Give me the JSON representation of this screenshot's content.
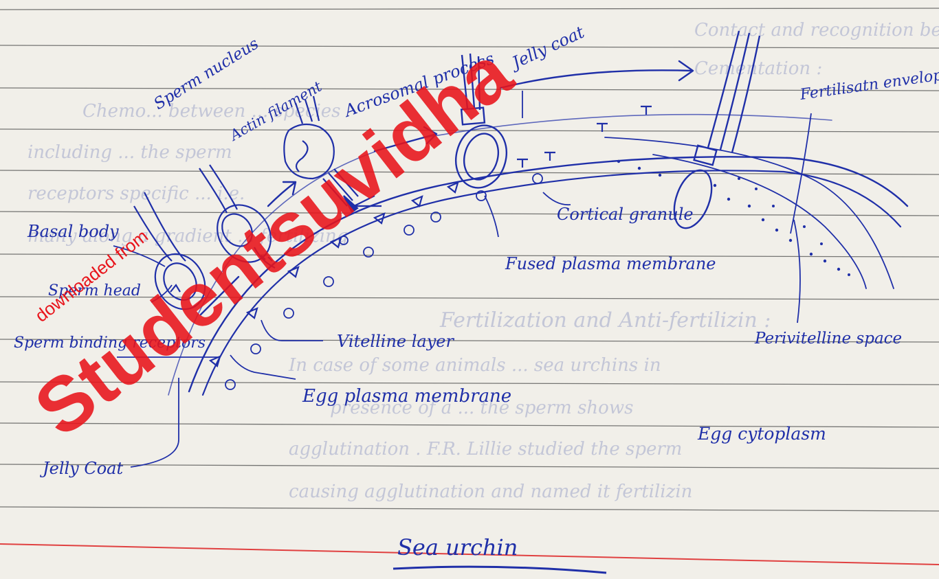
{
  "labels": {
    "sperm_nucleus": "Sperm nucleus",
    "actin_filament": "Actin filament",
    "acrosomal_process": "Acrosomal process",
    "jelly_coat_top": "Jelly coat",
    "fertilisation_envelope": "Fertilisatn envelope",
    "basal_body": "Basal body",
    "sperm_head": "Sperm head",
    "cortical_granule": "Cortical granule",
    "fused_plasma_membrane": "Fused plasma membrane",
    "vitelline_layer": "Vitelline layer",
    "perivitelline_space": "Perivitelline space",
    "sperm_binding_receptors": "Sperm binding receptors",
    "egg_plasma_membrane": "Egg plasma membrane",
    "egg_cytoplasm": "Egg cytoplasm",
    "jelly_coat_bottom": "Jelly Coat",
    "caption": "Sea urchin"
  },
  "background_text": [
    "Contact and recognition between sperm and egg",
    "Cementation :",
    "Chemo... between ... species",
    "including ... the sperm",
    "receptors specific ... i.e.",
    "many along a gradient ... fertilizing",
    "Fertilization and Anti-fertilizin :",
    "In case of some animals ... sea urchins in",
    "presence of a ... the sperm shows",
    "agglutination . F.R. Lillie studied the sperm",
    "causing agglutination and named it fertilizin"
  ],
  "watermark": {
    "large_text": "Studentsuvidha",
    "small_text": "downloaded from",
    "color": "#e8141b"
  },
  "colors": {
    "ink": "#1f2fa8",
    "paper": "#f1efe9",
    "rule_line": "#4b4b4b",
    "margin_line": "#e04040"
  }
}
